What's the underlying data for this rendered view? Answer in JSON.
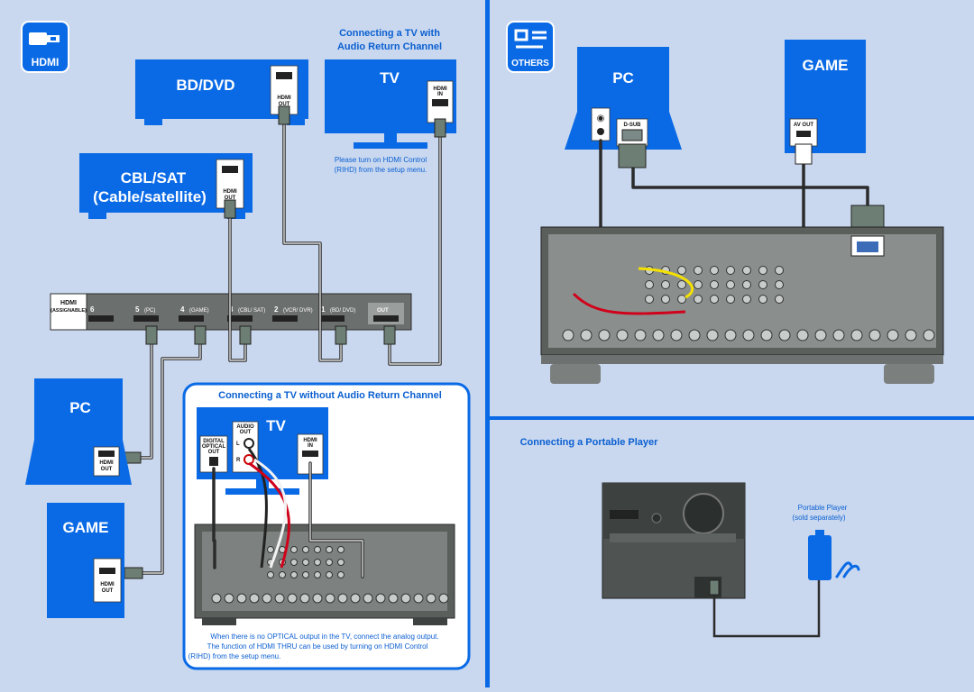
{
  "icons": {
    "hdmi_label": "HDMI",
    "others_label": "OTHERS"
  },
  "devices": {
    "bd_dvd": "BD/DVD",
    "tv_top": "TV",
    "cbl_sat_line1": "CBL/SAT",
    "cbl_sat_line2": "(Cable/satellite)",
    "pc_left": "PC",
    "game_left": "GAME",
    "tv_inner": "TV",
    "pc_right": "PC",
    "game_right": "GAME"
  },
  "ports": {
    "hdmi_out_1": "HDMI",
    "hdmi_out_2": "OUT",
    "hdmi_in_1": "HDMI",
    "hdmi_in_2": "IN",
    "audio_out_1": "AUDIO",
    "audio_out_2": "OUT",
    "audio_l": "L",
    "audio_r": "R",
    "digital_optical_1": "DIGITAL",
    "digital_optical_2": "OPTICAL",
    "digital_optical_3": "OUT",
    "d_sub": "D-SUB",
    "av_out": "AV OUT"
  },
  "captions": {
    "arc_title_1": "Connecting a TV with",
    "arc_title_2": "Audio Return Channel",
    "arc_note_1": "Please turn on HDMI Control",
    "arc_note_2": "(RIHD) from the setup menu.",
    "no_arc_title": "Connecting a TV without Audio Return Channel",
    "no_arc_note_1": "When there is no OPTICAL output in the TV, connect the analog output.",
    "no_arc_note_2": "The function of HDMI THRU can be used by turning on HDMI Control",
    "no_arc_note_3": "(RIHD) from the setup menu.",
    "portable_title": "Connecting a Portable Player",
    "portable_note_1": "Portable Player",
    "portable_note_2": "(sold separately)"
  },
  "hdmi_panel": {
    "title_1": "HDMI",
    "title_2": "(ASSIGNABLE)",
    "inputs": [
      {
        "num": "6",
        "label": ""
      },
      {
        "num": "5",
        "label": "(PC)"
      },
      {
        "num": "4",
        "label": "(GAME)"
      },
      {
        "num": "3",
        "label": "(CBL/ SAT)"
      },
      {
        "num": "2",
        "label": "(VCR/ DVR)"
      },
      {
        "num": "1",
        "label": "(BD/ DVD)"
      }
    ],
    "out_label": "OUT"
  },
  "colors": {
    "background": "#c9d8ef",
    "device_blue": "#0a6ae6",
    "divider_blue": "#0a6ae6",
    "audio_red": "#d0021b",
    "audio_white": "#f2f2f2",
    "receiver_dark": "#5a5f5c"
  }
}
